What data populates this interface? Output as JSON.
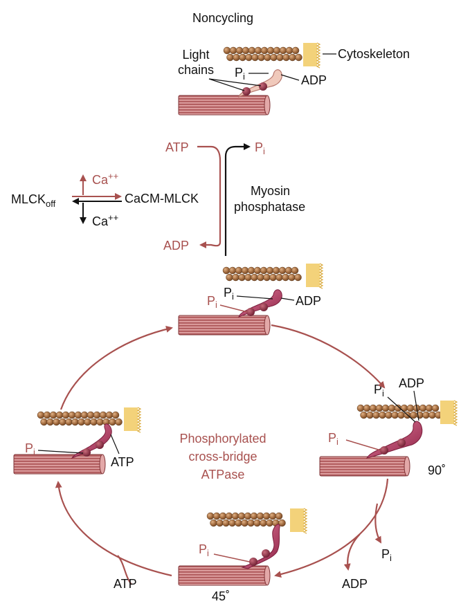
{
  "colors": {
    "accent": "#a8514f",
    "actin": "#a26b3f",
    "myosin_filament": "#9e4a4d",
    "myosin_head": "#9b2e52",
    "myosin_head_light": "#f0c9bb",
    "cytoskeleton": "#f3d27a",
    "text": "#111111"
  },
  "titles": {
    "noncycling": "Noncycling",
    "center_line1": "Phosphorylated",
    "center_line2": "cross-bridge",
    "center_line3": "ATPase"
  },
  "labels": {
    "light_chains_1": "Light",
    "light_chains_2": "chains",
    "cytoskeleton": "Cytoskeleton",
    "p": "P",
    "i": "i",
    "adp": "ADP",
    "atp": "ATP",
    "mlck_base": "MLCK",
    "mlck_sub": "off",
    "cacm_mlck": "CaCM-MLCK",
    "ca": "Ca",
    "ca_sup": "++",
    "myosin_1": "Myosin",
    "myosin_2": "phosphatase",
    "angle_90": "90˚",
    "angle_45": "45˚"
  },
  "icons": [
    "actin-filament-icon",
    "cytoskeleton-anchor-icon",
    "myosin-filament-icon",
    "myosin-head-icon",
    "arrow-icon"
  ]
}
